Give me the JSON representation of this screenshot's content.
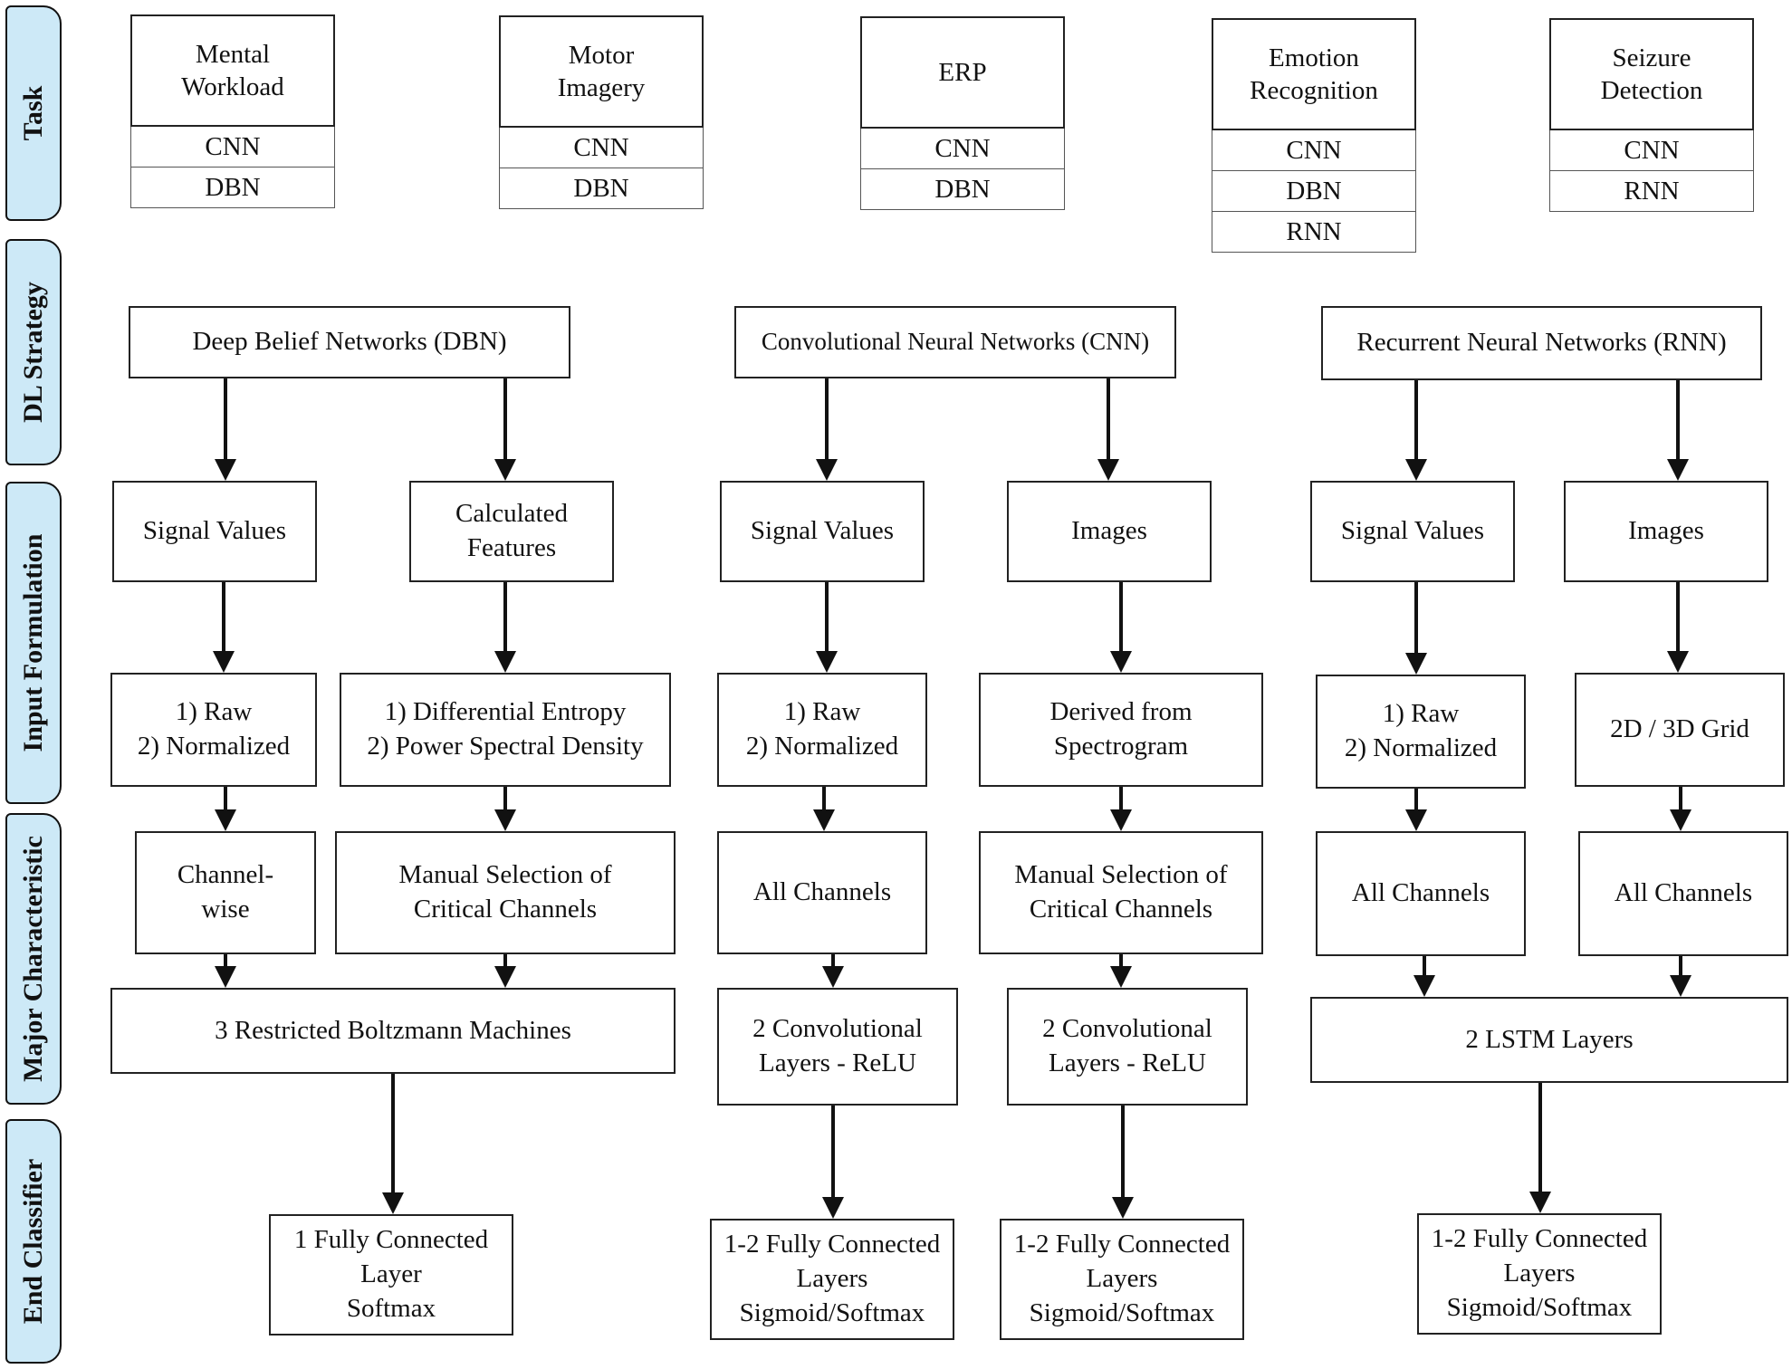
{
  "side_labels": [
    "Task",
    "DL Strategy",
    "Input Formulation",
    "Major Characteristic",
    "End Classifier"
  ],
  "tasks": [
    {
      "title": "Mental\nWorkload",
      "methods": [
        "CNN",
        "DBN"
      ]
    },
    {
      "title": "Motor\nImagery",
      "methods": [
        "CNN",
        "DBN"
      ]
    },
    {
      "title": "ERP",
      "methods": [
        "CNN",
        "DBN"
      ]
    },
    {
      "title": "Emotion\nRecognition",
      "methods": [
        "CNN",
        "DBN",
        "RNN"
      ]
    },
    {
      "title": "Seizure\nDetection",
      "methods": [
        "CNN",
        "RNN"
      ]
    }
  ],
  "strategies": {
    "dbn": "Deep Belief Networks (DBN)",
    "cnn": "Convolutional Neural Networks (CNN)",
    "rnn": "Recurrent Neural Networks (RNN)"
  },
  "inputs": {
    "dbn_signal": "Signal Values",
    "dbn_features": "Calculated\nFeatures",
    "cnn_signal": "Signal Values",
    "cnn_images": "Images",
    "rnn_signal": "Signal Values",
    "rnn_images": "Images"
  },
  "preprocessing": {
    "dbn_raw": "1) Raw\n2) Normalized",
    "dbn_entropy": "1) Differential Entropy\n2) Power Spectral Density",
    "cnn_raw": "1) Raw\n2) Normalized",
    "cnn_spectrogram": "Derived from\nSpectrogram",
    "rnn_raw": "1) Raw\n2) Normalized",
    "rnn_grid": "2D / 3D Grid"
  },
  "channels": {
    "dbn_channelwise": "Channel-\nwise",
    "dbn_manual": "Manual Selection of\nCritical Channels",
    "cnn_all": "All Channels",
    "cnn_manual": "Manual Selection of\nCritical Channels",
    "rnn_all_1": "All Channels",
    "rnn_all_2": "All Channels"
  },
  "architectures": {
    "dbn_rbm": "3 Restricted Boltzmann Machines",
    "cnn_conv_1": "2 Convolutional\nLayers - ReLU",
    "cnn_conv_2": "2 Convolutional\nLayers - ReLU",
    "rnn_lstm": "2 LSTM Layers"
  },
  "classifiers": {
    "dbn_fc": "1 Fully Connected\nLayer\nSoftmax",
    "cnn_fc_1": "1-2 Fully Connected\nLayers\nSigmoid/Softmax",
    "cnn_fc_2": "1-2 Fully Connected\nLayers\nSigmoid/Softmax",
    "rnn_fc": "1-2 Fully Connected\nLayers\nSigmoid/Softmax"
  }
}
